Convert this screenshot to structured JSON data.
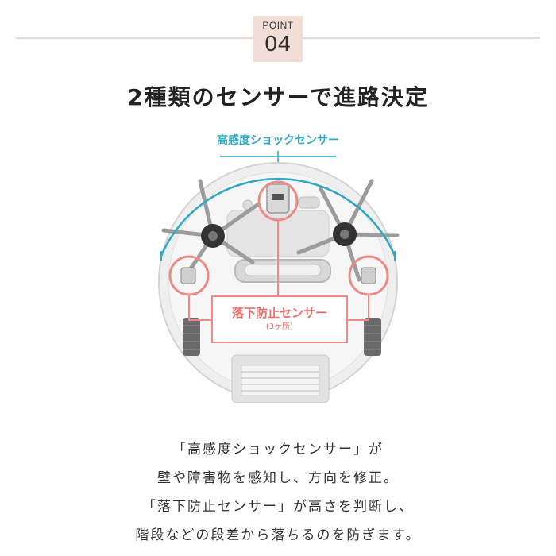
{
  "header": {
    "point_label": "POINT",
    "point_number": "04"
  },
  "headline": "2種類のセンサーで進路決定",
  "figure": {
    "shock_sensor_label": "高感度ショックセンサー",
    "drop_sensor_label": "落下防止センサー",
    "drop_sensor_note": "(3ヶ所)",
    "colors": {
      "shock_accent": "#2fa9c4",
      "drop_accent": "#ec8a86",
      "robot_body": "#eeeeee"
    }
  },
  "caption": {
    "lines": [
      "「高感度ショックセンサー」が",
      "壁や障害物を感知し、方向を修正。",
      "「落下防止センサー」が高さを判断し、",
      "階段などの段差から落ちるのを防ぎます。"
    ]
  }
}
